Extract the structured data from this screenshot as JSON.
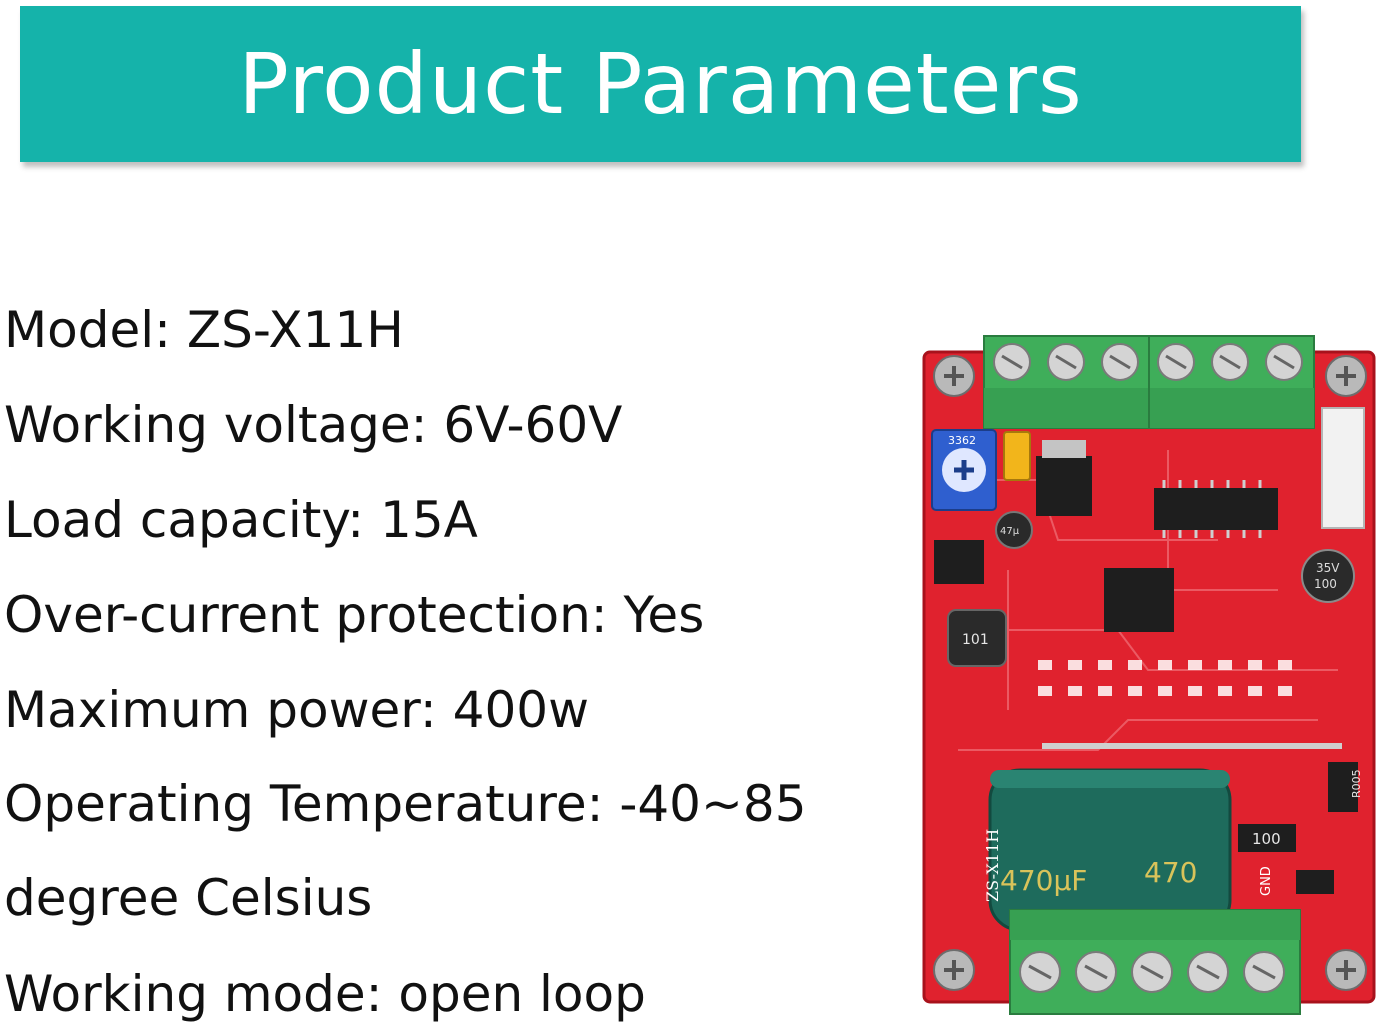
{
  "banner": {
    "title": "Product Parameters",
    "bg_color": "#15b3aa"
  },
  "specs": {
    "model": "Model: ZS-X11H",
    "voltage": "Working voltage: 6V-60V",
    "load": "Load capacity: 15A",
    "overcurrent": "Over-current protection: Yes",
    "power": "Maximum power: 400w",
    "temperature": "Operating Temperature:  -40~85",
    "temperature_cont": "degree Celsius",
    "mode": "Working mode: open loop"
  },
  "board": {
    "label_model": "ZS-X11H",
    "cap_main": "470μF",
    "cap_main_2": "470",
    "cap_small": "100",
    "cap_small_v": "35V",
    "resistor_100": "100",
    "resistor_r005": "R005",
    "inductor": "101",
    "gnd_label": "GND",
    "cap_tiny": "47µ",
    "pot_label": "3362",
    "colors": {
      "pcb": "#e0222e",
      "terminal": "#3fae5a",
      "capacitor": "#1e6b5c"
    }
  }
}
